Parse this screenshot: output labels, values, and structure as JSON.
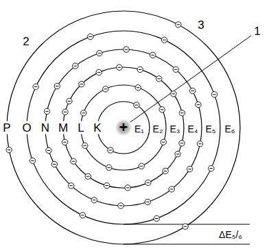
{
  "diagram": {
    "labels": [
      "P",
      "O",
      "N",
      "M",
      "L",
      "K",
      "+",
      "E₁",
      "E₂",
      "E₃",
      "E₄",
      "E₅",
      "E₆",
      "1",
      "2",
      "3",
      "ΔE₅/₆"
    ]
  }
}
